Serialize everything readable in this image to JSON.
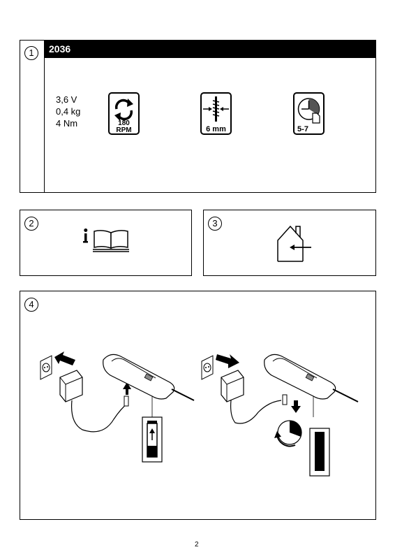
{
  "panel1": {
    "number": "1",
    "model": "2036",
    "specs": [
      "3,6 V",
      "0,4 kg",
      "4 Nm"
    ],
    "icons": {
      "speed": {
        "value": "180",
        "unit": "RPM"
      },
      "bit_size": "6 mm",
      "charge_time": "5-7"
    }
  },
  "panel2": {
    "number": "2"
  },
  "panel3": {
    "number": "3"
  },
  "panel4": {
    "number": "4"
  },
  "page_number": "2"
}
